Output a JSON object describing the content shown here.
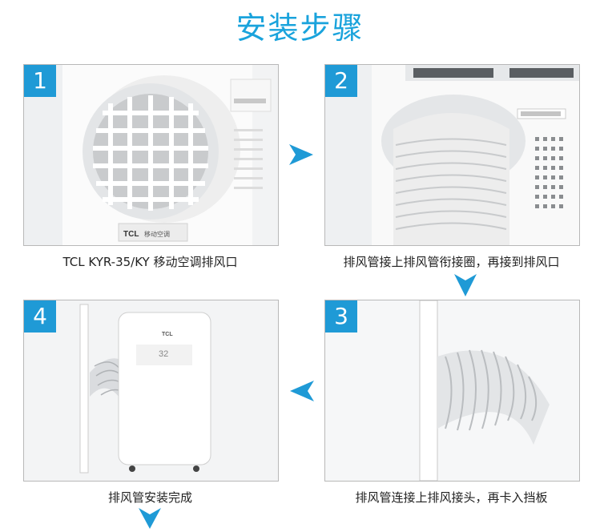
{
  "title": "安装步骤",
  "steps": [
    {
      "number": "1",
      "caption": "TCL KYR-35/KY 移动空调排风口",
      "brand_label": "TCL",
      "brand_sub": "移动空调"
    },
    {
      "number": "2",
      "caption": "排风管接上排风管衔接圈，再接到排风口"
    },
    {
      "number": "3",
      "caption": "排风管连接上排风接头，再卡入挡板"
    },
    {
      "number": "4",
      "caption": "排风管安装完成",
      "unit_logo": "TCL",
      "display": "32"
    }
  ],
  "colors": {
    "accent": "#1f9ad6",
    "title": "#1aa3dc",
    "arrow": "#1f9ad6"
  }
}
